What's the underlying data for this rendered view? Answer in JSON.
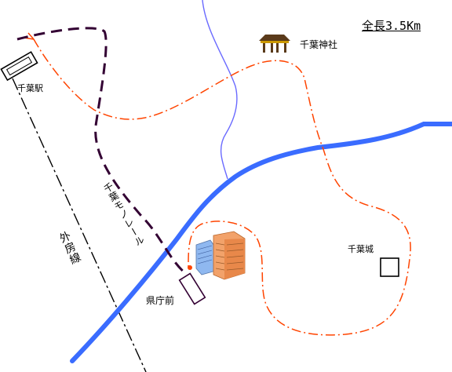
{
  "map": {
    "total_length": "全長3.5Km",
    "places": {
      "chiba_station": "千葉駅",
      "chiba_shrine": "千葉神社",
      "chiba_castle": "千葉城",
      "kencho_mae": "県庁前"
    },
    "lines": {
      "monorail": "千葉モノレール",
      "sobu_line": "外房線"
    },
    "colors": {
      "walking_route": "#ff4400",
      "monorail": "#330033",
      "river": "#3a6cff",
      "stream": "#6a6aff",
      "station_box": "#330033"
    },
    "icons": [
      "shrine-gate-icon",
      "office-building-icon",
      "castle-marker-icon",
      "station-icon"
    ]
  }
}
